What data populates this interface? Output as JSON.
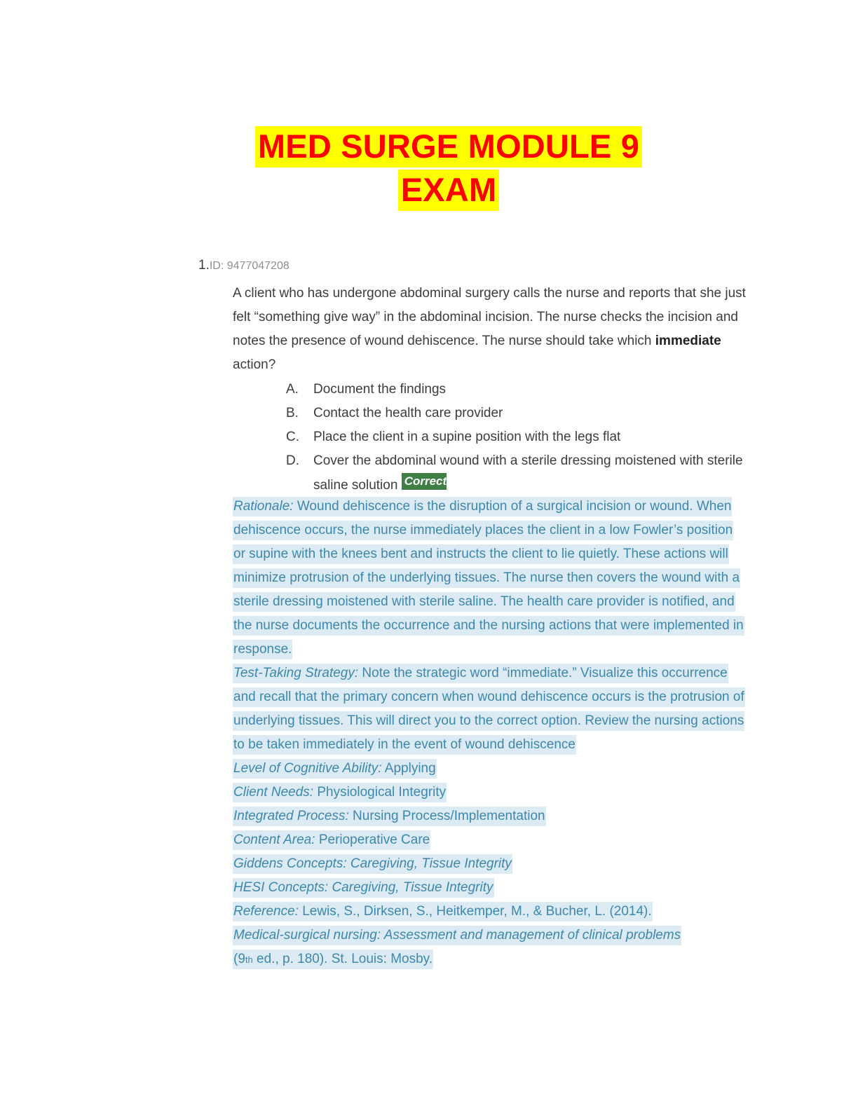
{
  "document": {
    "title_lines": [
      "MED SURGE MODULE 9",
      "EXAM"
    ],
    "colors": {
      "title_text": "#ff0000",
      "title_highlight": "#ffff00",
      "rationale_text": "#3d87ab",
      "rationale_highlight": "#dcebf3",
      "correct_badge_bg": "#3f7e45",
      "body_text": "#3c3c3c",
      "id_text": "#8e8e8e"
    }
  },
  "question": {
    "number": "1.",
    "id_label": "ID: 9477047208",
    "stem_part1": "A client who has undergone abdominal surgery calls the nurse and reports that she just felt “something give way” in the abdominal incision. The nurse checks the incision and notes the presence of wound dehiscence. The nurse should take which ",
    "stem_bold": "immediate",
    "stem_part2": " action?",
    "options": [
      {
        "letter": "A.",
        "text": "Document the findings"
      },
      {
        "letter": "B.",
        "text": "Contact the health care provider"
      },
      {
        "letter": "C.",
        "text": "Place the client in a supine position with the legs flat"
      },
      {
        "letter": "D.",
        "text": "Cover the abdominal wound with a sterile dressing moistened with sterile saline solution"
      }
    ],
    "correct_option": "D.",
    "correct_badge_text": "Correct"
  },
  "rationale": {
    "rationale_label": "Rationale:",
    "rationale_text": " Wound dehiscence is the disruption of a surgical incision or wound. When dehiscence occurs, the nurse immediately places the client in a low Fowler’s position or supine with the knees bent and instructs the client to lie quietly. These actions will minimize protrusion of the underlying tissues. The nurse then covers the wound with a sterile dressing moistened with sterile saline. The health care provider is notified, and the nurse documents the occurrence and the nursing actions that were implemented in response.",
    "strategy_label": "Test-Taking Strategy:",
    "strategy_text": " Note the strategic word “immediate.” Visualize this occurrence and recall that the primary concern when wound dehiscence occurs is the protrusion of underlying tissues. This will direct you to the correct option. Review the nursing actions to be taken immediately in the event of wound dehiscence",
    "cognitive_label": "Level of Cognitive Ability:",
    "cognitive_value": " Applying",
    "client_needs_label": "Client Needs:",
    "client_needs_value": " Physiological Integrity",
    "integrated_process_label": "Integrated Process:",
    "integrated_process_value": " Nursing Process/Implementation",
    "content_area_label": "Content Area:",
    "content_area_value": " Perioperative Care",
    "giddens_line": "Giddens Concepts: Caregiving, Tissue Integrity",
    "hesi_line": "HESI Concepts: Caregiving, Tissue Integrity",
    "reference_label": "Reference:",
    "reference_value": " Lewis, S., Dirksen, S., Heitkemper, M., & Bucher, L. (2014).",
    "reference_title": "Medical-surgical nursing: Assessment and management of clinical problems",
    "reference_edition_prefix": "(9",
    "reference_edition_sup": "th",
    "reference_edition_suffix": " ed., p. 180). St. Louis: Mosby."
  }
}
